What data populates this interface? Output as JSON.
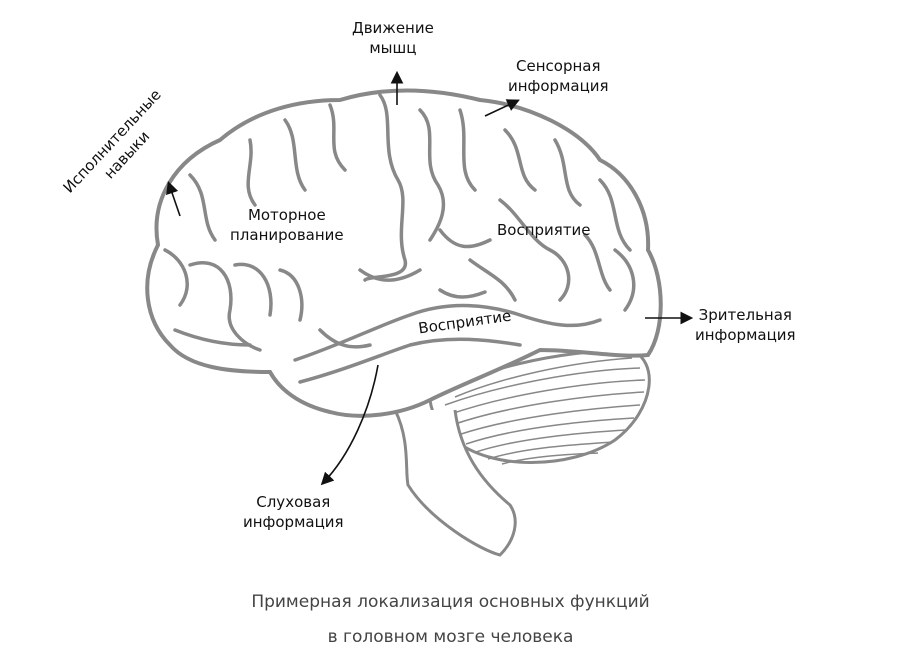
{
  "labels": {
    "movement": [
      "Движение",
      "мышц"
    ],
    "sensory": [
      "Сенсорная",
      "информация"
    ],
    "executive": [
      "Исполнительные",
      "навыки"
    ],
    "motor": [
      "Моторное",
      "планирование"
    ],
    "perception_top": "Восприятие",
    "perception_mid": "Восприятие",
    "visual": [
      "Зрительная",
      "информация"
    ],
    "auditory": [
      "Слуховая",
      "информация"
    ]
  },
  "caption": {
    "line1": "Примерная локализация основных функций",
    "line2": "в головном мозге человека"
  },
  "colors": {
    "outline": "#888888",
    "arrow": "#111111",
    "text": "#111111",
    "caption": "#444444"
  }
}
